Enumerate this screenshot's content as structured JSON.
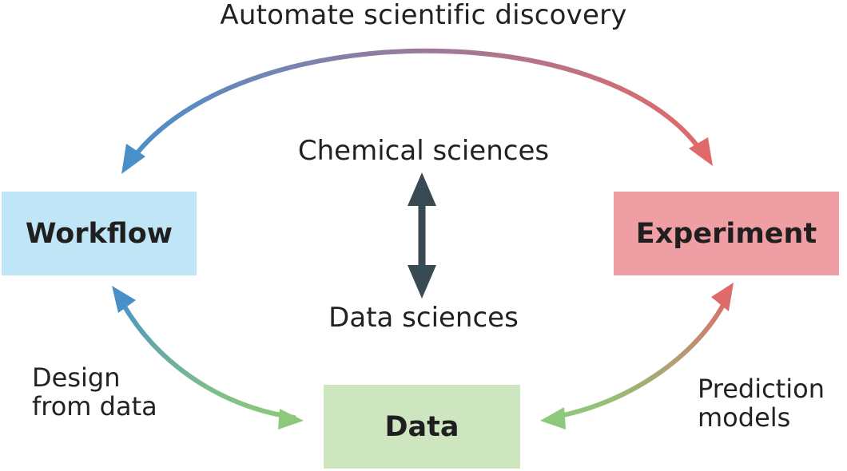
{
  "diagram": {
    "title": "Automate scientific discovery",
    "center_top": "Chemical sciences",
    "center_bottom": "Data sciences",
    "left_label": [
      "Design",
      "from data"
    ],
    "right_label": [
      "Prediction",
      "models"
    ],
    "nodes": {
      "workflow": "Workflow",
      "experiment": "Experiment",
      "data": "Data"
    }
  },
  "colors": {
    "workflow_fill": "#bfe5f7",
    "experiment_fill": "#ef9ea3",
    "data_fill": "#cde6bf",
    "arrow_blue": "#4a90c8",
    "arrow_red": "#e06a6a",
    "arrow_green": "#8cc97a",
    "center_arrow": "#3a4a55"
  }
}
